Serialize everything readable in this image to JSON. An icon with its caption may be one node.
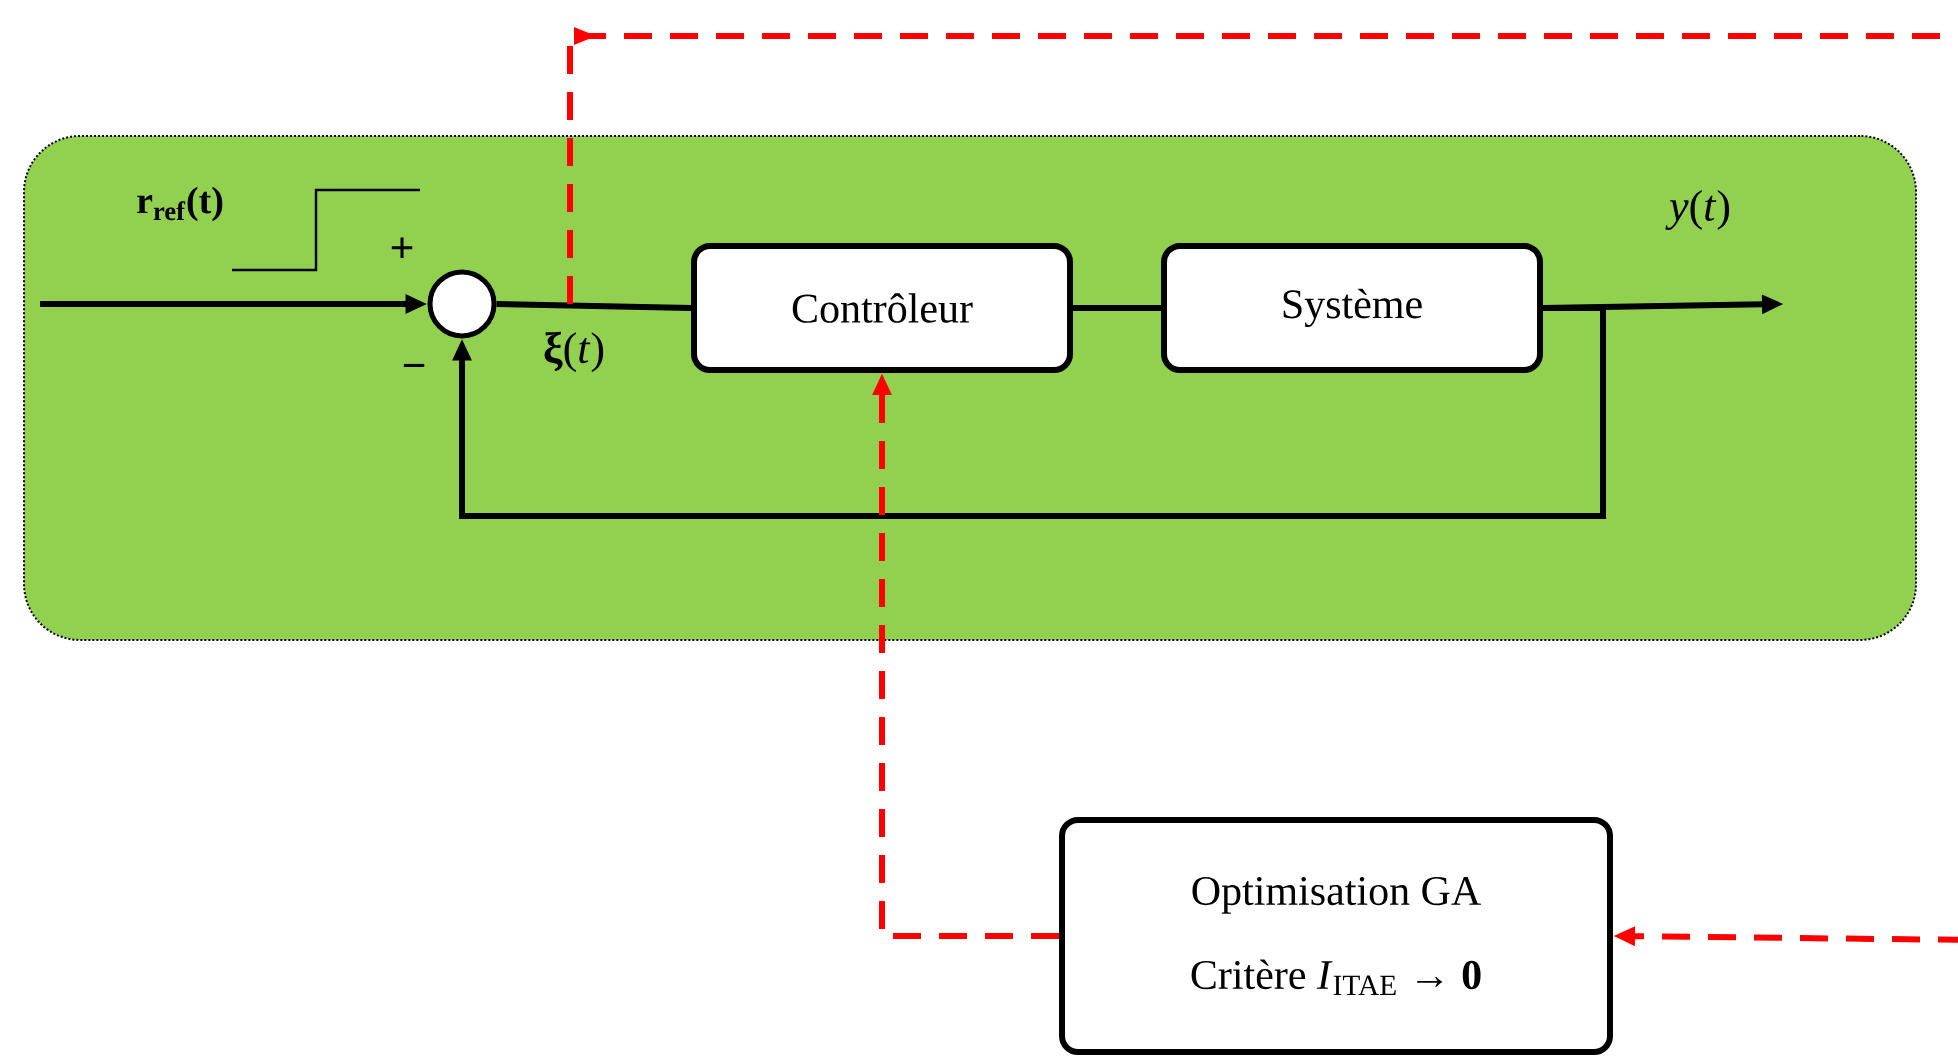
{
  "diagram": {
    "nodes": [
      {
        "text": [],
        "shape": "box"
      },
      {
        "text": [],
        "shape": "circle",
        "in": 0
      },
      {
        "text": [
          "Contrôleur"
        ],
        "in": 0
      },
      {
        "text": [
          "Système"
        ],
        "in": 0
      },
      {
        "text": [
          "Optimisation GA",
          "Critère *I*$_{ITAE}$ → **0**"
        ]
      }
    ],
    "edges": [
      {
        "from": null,
        "to": 1,
        "arrow": "to"
      },
      {
        "from": 1,
        "to": 2,
        "arrow": "none"
      },
      {
        "from": 2,
        "to": 3,
        "arrow": "none"
      },
      {
        "from": 3,
        "to": null,
        "arrow": "to"
      },
      {
        "from": 3,
        "to": 1,
        "arrow": "to"
      },
      {
        "from": null,
        "to": 4,
        "arrow": "to",
        "style": "dashed",
        "color": "#ff0000"
      },
      {
        "from": 4,
        "to": 2,
        "arrow": "to",
        "style": "dashed",
        "color": "#ff0000"
      }
    ],
    "labels": [
      "r$_{ref}$(t)",
      "+",
      "−",
      "**ξ**(*t*)",
      "*y*(*t*)"
    ]
  }
}
